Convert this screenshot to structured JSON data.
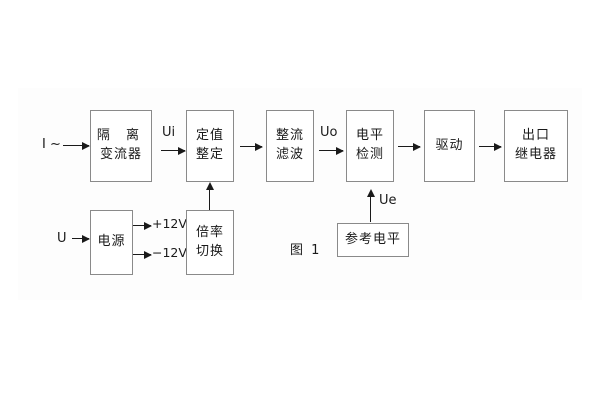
{
  "figure": {
    "caption": "图 1",
    "background": "#ffffff",
    "line_color": "#8a8a8a",
    "text_color": "#1a1a1a"
  },
  "inputs": {
    "current": "I ~",
    "voltage": "U"
  },
  "signals": {
    "ui": "Ui",
    "uo": "Uo",
    "ue": "Ue",
    "plus12": "+12V",
    "minus12": "−12V"
  },
  "blocks": {
    "isolation_ct": {
      "line1": "隔 离",
      "line2": "变流器"
    },
    "setting": {
      "line1": "定值",
      "line2": "整定"
    },
    "rectify_filter": {
      "line1": "整流",
      "line2": "滤波"
    },
    "level_detect": {
      "line1": "电平",
      "line2": "检测"
    },
    "drive": {
      "line1": "驱动",
      "line2": ""
    },
    "output_relay": {
      "line1": "出口",
      "line2": "继电器"
    },
    "power_supply": {
      "line1": "电源",
      "line2": ""
    },
    "ratio_switch": {
      "line1": "倍率",
      "line2": "切换"
    },
    "reference_level": {
      "line1": "参考电平",
      "line2": ""
    }
  }
}
